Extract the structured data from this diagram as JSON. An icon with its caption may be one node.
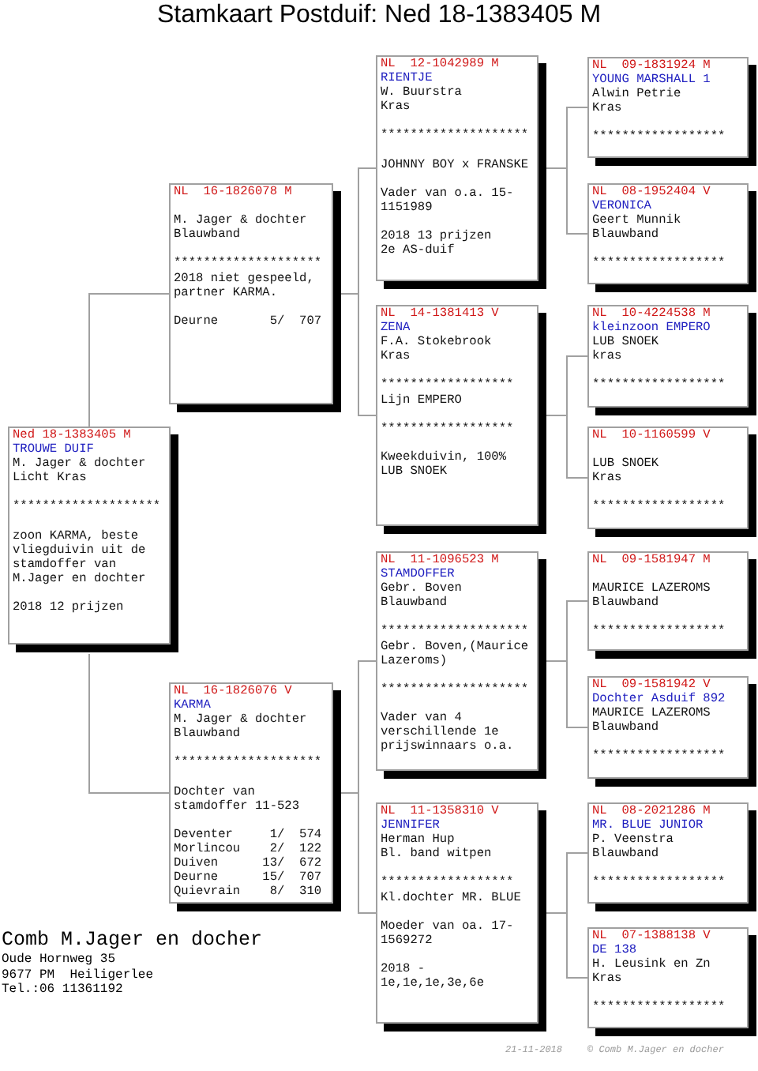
{
  "diagram": {
    "title": "Stamkaart Postduif: Ned 18-1383405 M",
    "nodes": [
      {
        "text": [
          "Ned 18-1383405 M",
          "TROUWE DUIF",
          "M. Jager & dochter",
          "Licht Kras",
          "********************",
          "zoon KARMA, beste vliegduivin uit de stamdoffer van M.Jager en dochter",
          "2018 12 prijzen"
        ]
      },
      {
        "text": [
          "NL  16-1826078 M",
          "M. Jager & dochter",
          "Blauwband",
          "********************",
          "2018 niet gespeeld, partner KARMA.",
          "Deurne       5/  707"
        ]
      },
      {
        "text": [
          "NL  16-1826076 V",
          "KARMA",
          "M. Jager & dochter",
          "Blauwband",
          "********************",
          "Dochter van stamdoffer 11-523",
          "Deventer     1/  574",
          "Morlincou    2/  122",
          "Duiven      13/  672",
          "Deurne      15/  707",
          "Quievrain    8/  310"
        ]
      },
      {
        "text": [
          "NL  12-1042989 M",
          "RIENTJE",
          "W. Buurstra",
          "Kras",
          "********************",
          "JOHNNY BOY x FRANSKE",
          "Vader van o.a. 15-1151989",
          "2018 13 prijzen",
          "2e AS-duif"
        ]
      },
      {
        "text": [
          "NL  14-1381413 V",
          "ZENA",
          "F.A. Stokebrook",
          "Kras",
          "******************",
          "Lijn EMPERO",
          "******************",
          "Kweekduivin, 100% LUB SNOEK"
        ]
      },
      {
        "text": [
          "NL  11-1096523 M",
          "STAMDOFFER",
          "Gebr. Boven",
          "Blauwband",
          "********************",
          "Gebr. Boven,(Maurice Lazeroms)",
          "********************",
          "Vader van 4 verschillende 1e prijswinnaars o.a."
        ]
      },
      {
        "text": [
          "NL  11-1358310 V",
          "JENNIFER",
          "Herman Hup",
          "Bl. band witpen",
          "******************",
          "Kl.dochter MR. BLUE",
          "Moeder van oa. 17-1569272",
          "2018 - 1e,1e,1e,3e,6e"
        ]
      },
      {
        "text": [
          "NL  09-1831924 M",
          "YOUNG MARSHALL 1",
          "Alwin Petrie",
          "Kras",
          "******************"
        ]
      },
      {
        "text": [
          "NL  08-1952404 V",
          "VERONICA",
          "Geert Munnik",
          "Blauwband",
          "******************"
        ]
      },
      {
        "text": [
          "NL  10-4224538 M",
          "kleinzoon EMPERO",
          "LUB SNOEK",
          "kras",
          "******************"
        ]
      },
      {
        "text": [
          "NL  10-1160599 V",
          "LUB SNOEK",
          "Kras",
          "******************"
        ]
      },
      {
        "text": [
          "NL  09-1581947 M",
          "MAURICE LAZEROMS",
          "Blauwband",
          "******************"
        ]
      },
      {
        "text": [
          "NL  09-1581942 V",
          "Dochter Asduif 892",
          "MAURICE LAZEROMS",
          "Blauwband",
          "******************"
        ]
      },
      {
        "text": [
          "NL  08-2021286 M",
          "MR. BLUE JUNIOR",
          "P. Veenstra",
          "Blauwband",
          "******************"
        ]
      },
      {
        "text": [
          "NL  07-1388138 V",
          "DE 138",
          "H. Leusink en Zn",
          "Kras",
          "******************"
        ]
      }
    ],
    "edges": [
      {
        "from": 0,
        "to": 1,
        "arrow": "none"
      },
      {
        "from": 0,
        "to": 2,
        "arrow": "none"
      },
      {
        "from": 1,
        "to": 3,
        "arrow": "none"
      },
      {
        "from": 1,
        "to": 4,
        "arrow": "none"
      },
      {
        "from": 2,
        "to": 5,
        "arrow": "none"
      },
      {
        "from": 2,
        "to": 6,
        "arrow": "none"
      },
      {
        "from": 3,
        "to": 7,
        "arrow": "none"
      },
      {
        "from": 3,
        "to": 8,
        "arrow": "none"
      },
      {
        "from": 4,
        "to": 9,
        "arrow": "none"
      },
      {
        "from": 4,
        "to": 10,
        "arrow": "none"
      },
      {
        "from": 5,
        "to": 11,
        "arrow": "none"
      },
      {
        "from": 5,
        "to": 12,
        "arrow": "none"
      },
      {
        "from": 6,
        "to": 13,
        "arrow": "none"
      },
      {
        "from": 6,
        "to": 14,
        "arrow": "none"
      }
    ],
    "labels": [
      "Comb M.Jager en docher",
      "Oude Hornweg 35",
      "9677 PM  Heiligerlee",
      "Tel.:06 11361192",
      "21-11-2018",
      "© Comb M.Jager en docher"
    ]
  }
}
